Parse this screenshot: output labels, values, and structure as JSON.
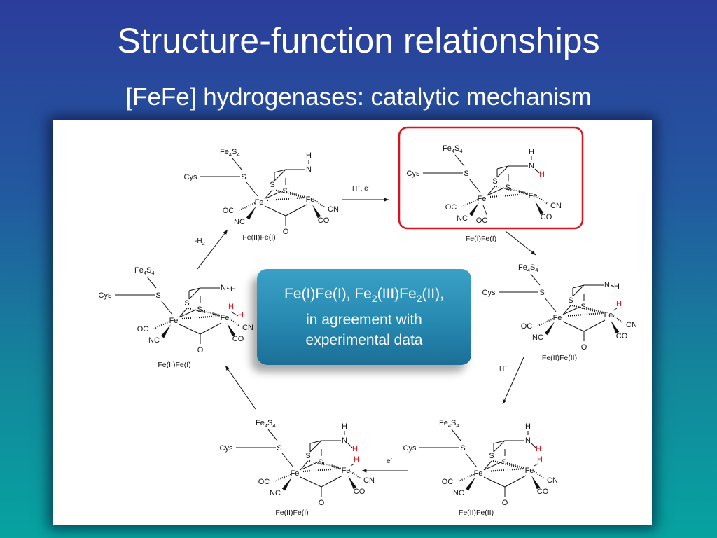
{
  "slide": {
    "title": "Structure-function relationships",
    "subtitle": "[FeFe] hydrogenases: catalytic mechanism"
  },
  "callout": {
    "line1_a": "Fe(I)Fe(I), Fe",
    "line1_sub1": "2",
    "line1_b": "(III)Fe",
    "line1_sub2": "2",
    "line1_c": "(II),",
    "line2": "in agreement with",
    "line3": "experimental data"
  },
  "atoms": {
    "fe": "Fe",
    "s": "S",
    "n": "N",
    "h": "H",
    "o": "O",
    "cys": "Cys",
    "oc": "OC",
    "nc": "NC",
    "cn": "CN",
    "co": "CO",
    "fe4s4_a": "Fe",
    "fe4s4_sub1": "4",
    "fe4s4_b": "S",
    "fe4s4_sub2": "4"
  },
  "states": {
    "s1": "Fe(II)Fe(I)",
    "s2": "Fe(I)Fe(I)",
    "s3": "Fe(II)Fe(II)",
    "s4": "Fe(II)Fe(II)",
    "s5": "Fe(II)Fe(I)",
    "s6": "Fe(II)Fe(I)"
  },
  "arrows": {
    "a1_a": "H",
    "a1_sup1": "+",
    "a1_b": ", e",
    "a1_sup2": "-",
    "a3_a": "H",
    "a3_sup": "+",
    "a4_a": "e",
    "a4_sup": "-",
    "a6_a": "-H",
    "a6_sub": "2"
  },
  "colors": {
    "highlight": "#d9141e",
    "red_h": "#e0141e"
  }
}
